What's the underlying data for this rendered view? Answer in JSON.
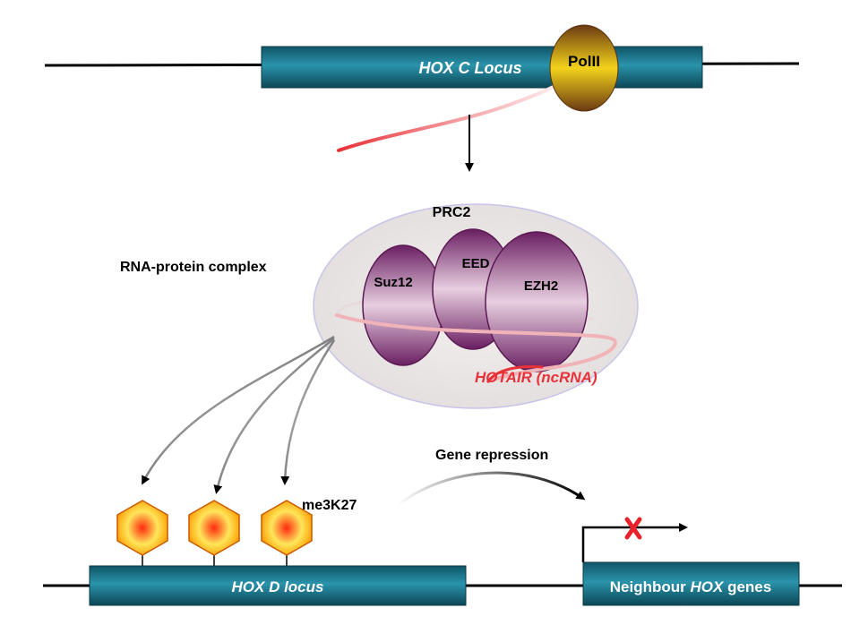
{
  "hox_c": {
    "label": "HOX C Locus",
    "polymerase": "PolII"
  },
  "complex": {
    "label": "RNA-protein complex",
    "prc2_label": "PRC2",
    "subunits": [
      "Suz12",
      "EED",
      "EZH2"
    ],
    "ncrna_label": "HOTAIR (ncRNA)"
  },
  "hox_d": {
    "label": "HOX D locus",
    "mark_label": "me3K27"
  },
  "repression": {
    "label": "Gene repression",
    "target_prefix": "Neighbour ",
    "target_gene": "HOX",
    "target_suffix": " genes"
  },
  "colors": {
    "locus_fill": "#1f7f96",
    "locus_dark": "#0d4a5a",
    "ncrna": "#e8323a",
    "protein": "#7a2c6e",
    "complex_bg": "#eeeaea"
  }
}
